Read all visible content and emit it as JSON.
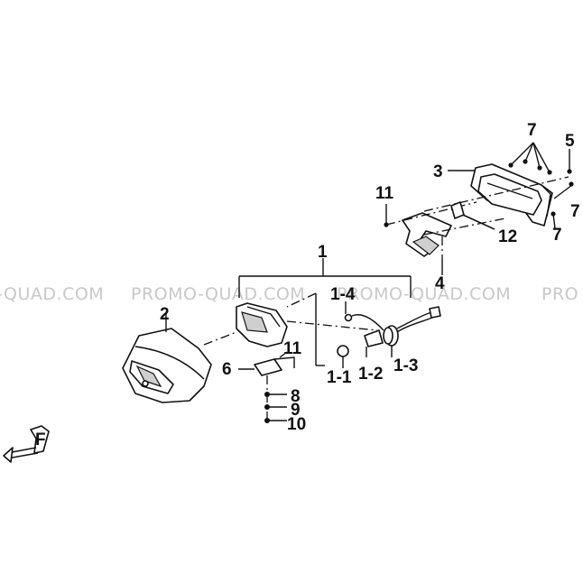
{
  "watermark": {
    "texts": [
      "-QUAD.COM",
      "PROMO-QUAD.COM",
      "PROMO-QUAD.COM",
      "PROMO-QUAD.COM",
      "PRO"
    ]
  },
  "callouts": {
    "c1": "1",
    "c2": "2",
    "c3": "3",
    "c4": "4",
    "c5": "5",
    "c6": "6",
    "c7a": "7",
    "c7b": "7",
    "c7c": "7",
    "c8": "8",
    "c9": "9",
    "c10": "10",
    "c11a": "11",
    "c11b": "11",
    "c12": "12",
    "c1_1": "1-1",
    "c1_2": "1-2",
    "c1_3": "1-3",
    "c1_4": "1-4"
  },
  "icons": {
    "direction": "front-arrow-icon",
    "front_letter": "F"
  },
  "colors": {
    "line": "#111111",
    "watermark": "#c8c8c8",
    "background": "#ffffff"
  }
}
